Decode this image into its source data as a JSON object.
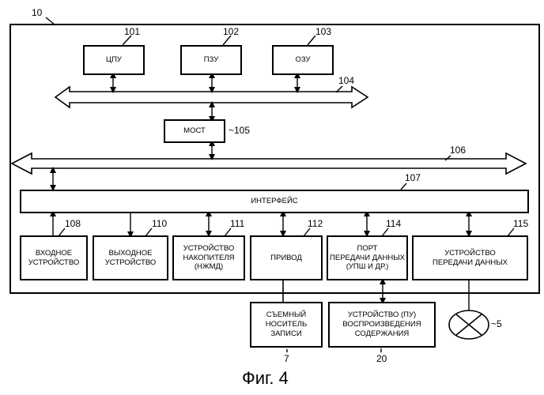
{
  "diagram": {
    "outer_ref": "10",
    "blocks": {
      "cpu": {
        "label": "ЦПУ",
        "ref": "101"
      },
      "rom": {
        "label": "ПЗУ",
        "ref": "102"
      },
      "ram": {
        "label": "ОЗУ",
        "ref": "103"
      },
      "bridge": {
        "label": "МОСТ",
        "ref": "~105"
      },
      "interface": {
        "label": "ИНТЕРФЕЙС",
        "ref": "107"
      },
      "input": {
        "label": "ВХОДНОЕ\nУСТРОЙСТВО",
        "ref": "108"
      },
      "output": {
        "label": "ВЫХОДНОЕ\nУСТРОЙСТВО",
        "ref": "110"
      },
      "storage": {
        "label": "УСТРОЙСТВО\nНАКОПИТЕЛЯ\n(НЖМД)",
        "ref": "111"
      },
      "drive": {
        "label": "ПРИВОД",
        "ref": "112"
      },
      "port": {
        "label": "ПОРТ\nПЕРЕДАЧИ ДАННЫХ\n(УПШ И ДР.)",
        "ref": "114"
      },
      "comm": {
        "label": "УСТРОЙСТВО\nПЕРЕДАЧИ ДАННЫХ",
        "ref": "115"
      },
      "media": {
        "label": "СЪЕМНЫЙ\nНОСИТЕЛЬ\nЗАПИСИ",
        "ref": "7"
      },
      "player": {
        "label": "УСТРОЙСТВО (ПУ)\nВОСПРОИЗВЕДЕНИЯ\nСОДЕРЖАНИЯ",
        "ref": "20"
      }
    },
    "bus_104_ref": "104",
    "bus_106_ref": "106",
    "network_ref": "~5",
    "caption": "Фиг. 4"
  }
}
